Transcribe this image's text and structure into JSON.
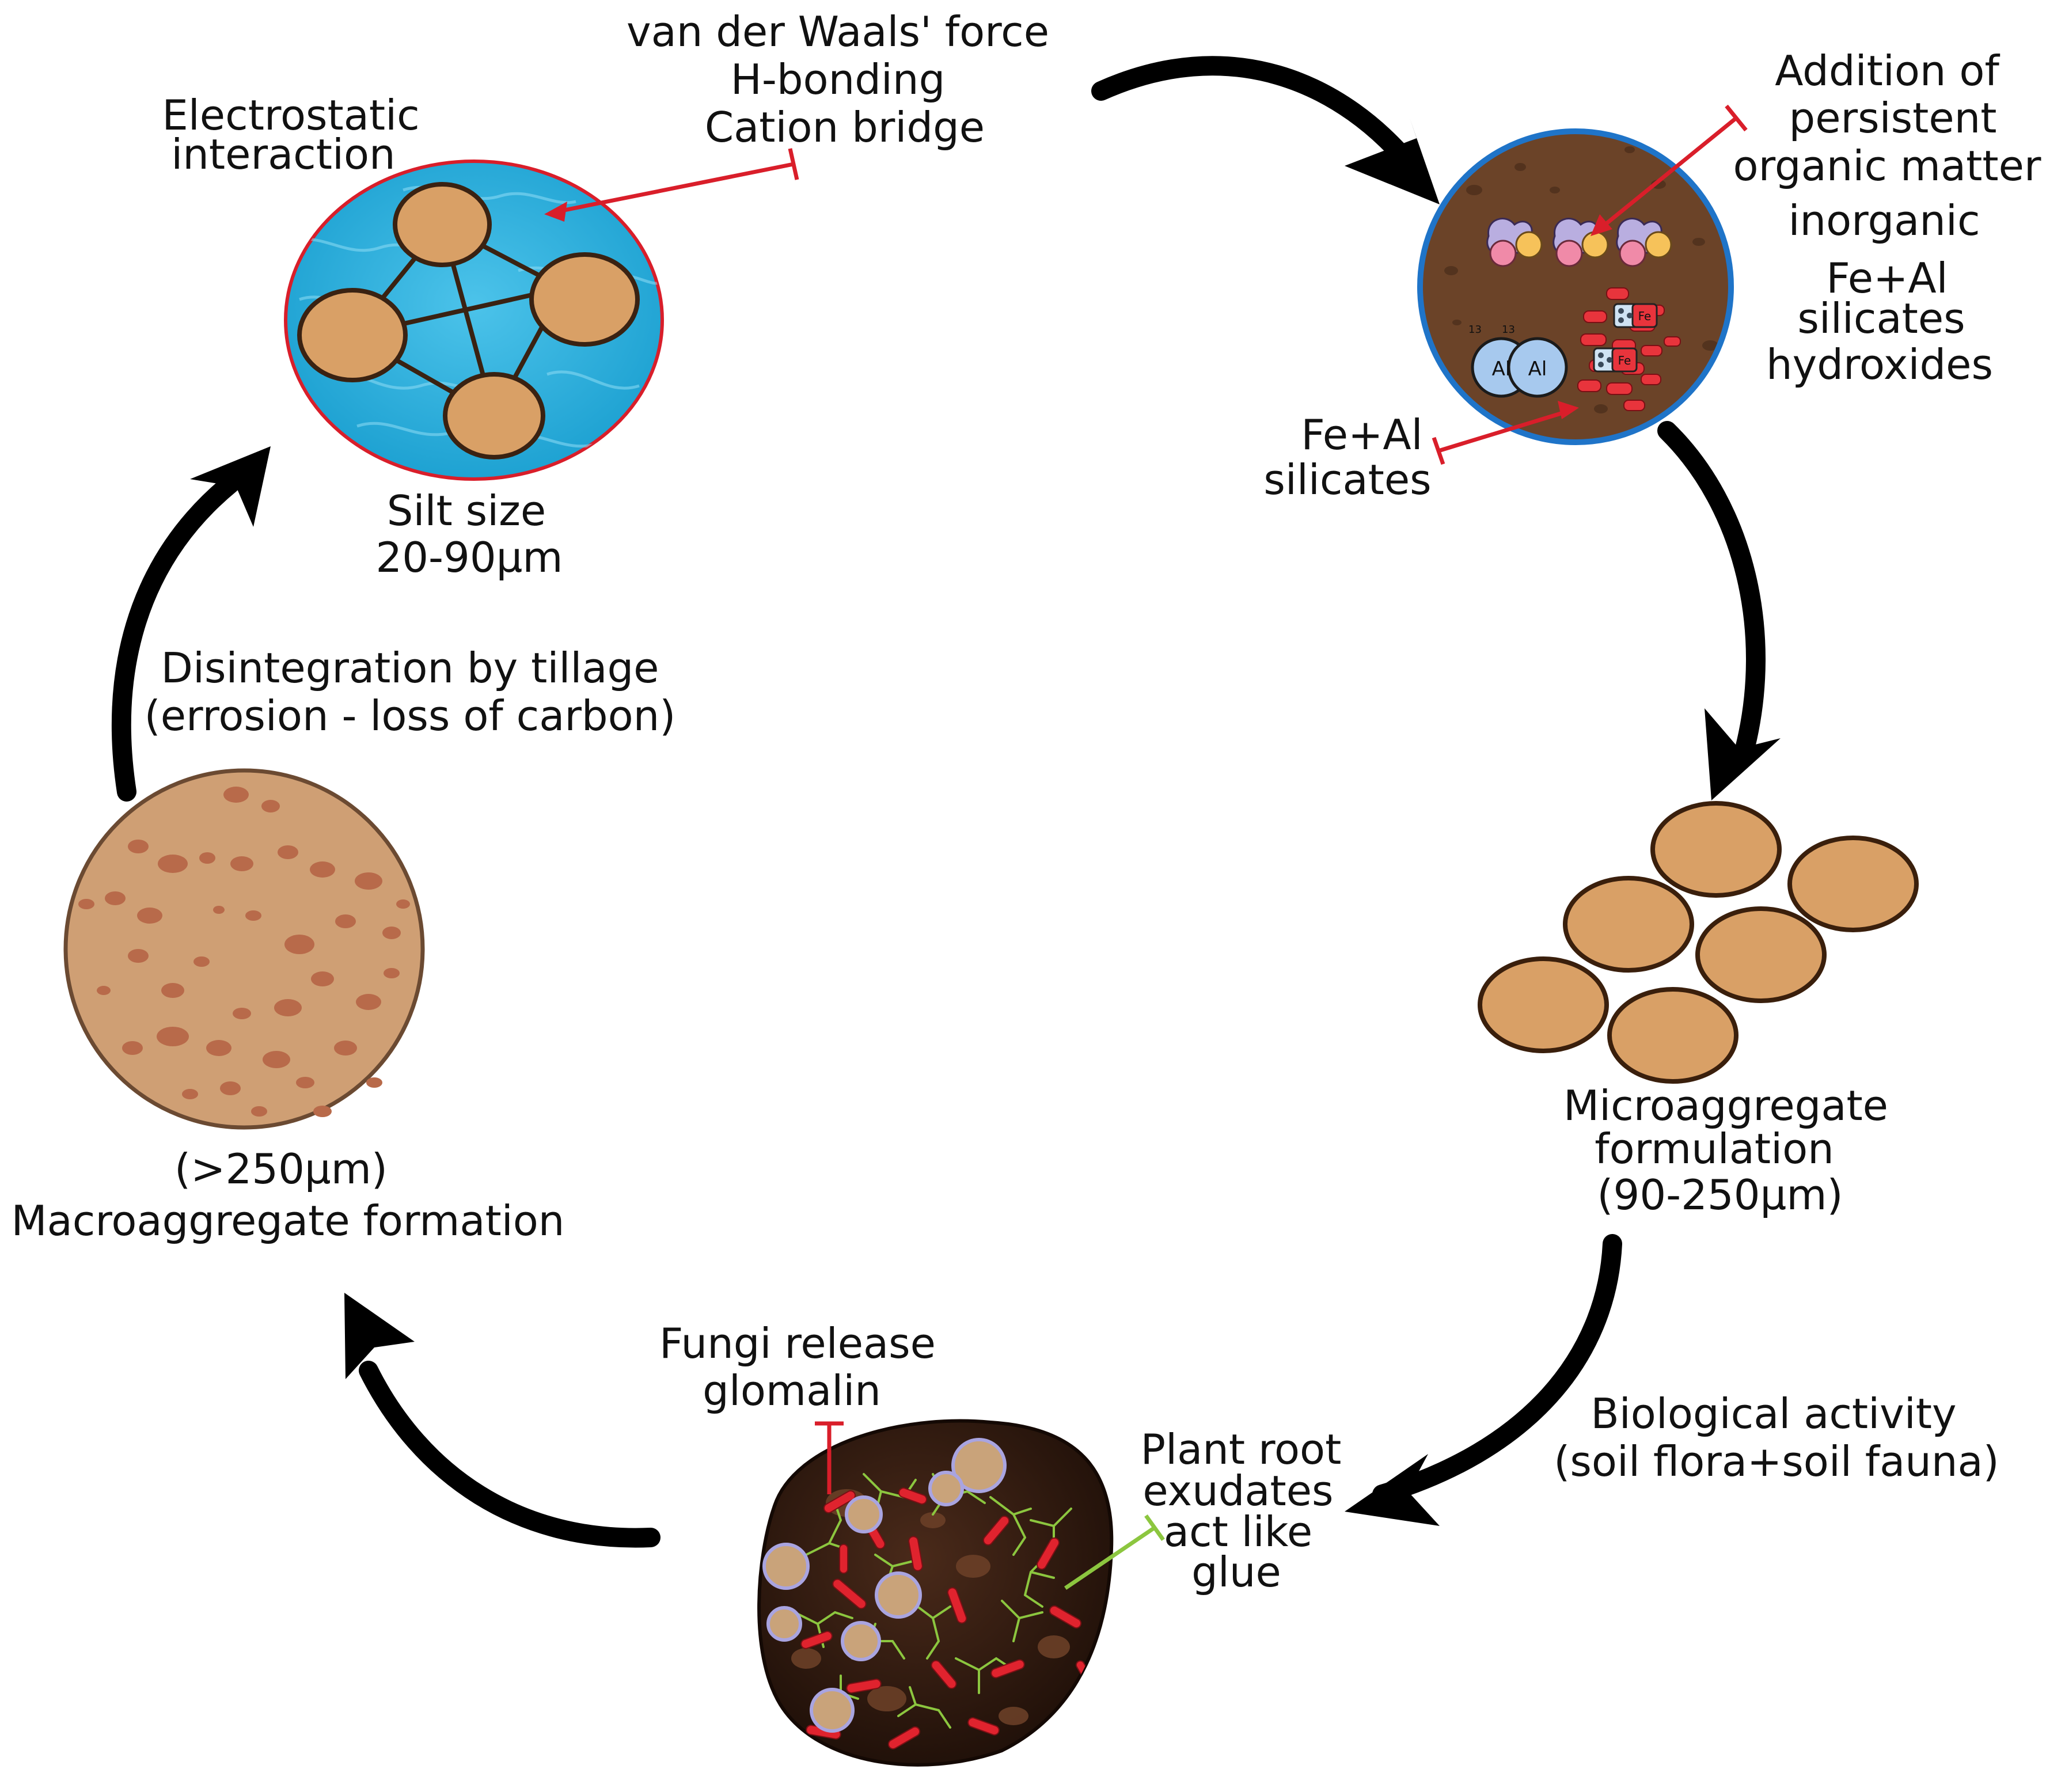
{
  "labels": {
    "electrostatic": [
      "Electrostatic",
      "interaction"
    ],
    "forces": [
      "van der Waals' force",
      "H-bonding",
      "Cation bridge"
    ],
    "addition": [
      "Addition of",
      "persistent",
      "organic matter"
    ],
    "inorganic": [
      "inorganic",
      "Fe+Al",
      "silicates",
      "hydroxides"
    ],
    "feal": [
      "Fe+Al",
      "silicates"
    ],
    "silt": [
      "Silt size",
      "20-90µm"
    ],
    "disintegration": [
      "Disintegration by tillage",
      "(errosion - loss of carbon)"
    ],
    "macro": [
      "(>250µm)",
      "Macroaggregate formation"
    ],
    "micro": [
      "Microaggregate",
      "formulation",
      "(90-250µm)"
    ],
    "biological": [
      "Biological activity",
      "(soil flora+soil fauna)"
    ],
    "fungi": [
      "Fungi release",
      "glomalin"
    ],
    "root": [
      "Plant root",
      "exudates",
      "act like",
      "glue"
    ]
  },
  "glyphs": {
    "al_left": "Al",
    "al_right": "Al",
    "al_num_left": "13",
    "al_num_right": "13",
    "fe_top": "Fe",
    "fe_bottom": "Fe"
  },
  "colors": {
    "inhibit_red": "#d91e2a",
    "inhibit_green": "#8cc63f",
    "water_blue": "#2bb0dd",
    "particle_tan": "#d9a066",
    "soil_brown": "#6b4328",
    "macro_tan": "#cf9f74",
    "macro_spot": "#b86a4a",
    "dark_aggregate": "#2b170f"
  },
  "icons": [
    "silt-particle-network-icon",
    "organic-matter-aggregate-icon",
    "microaggregate-cluster-icon",
    "biological-aggregate-icon",
    "macroaggregate-icon"
  ]
}
